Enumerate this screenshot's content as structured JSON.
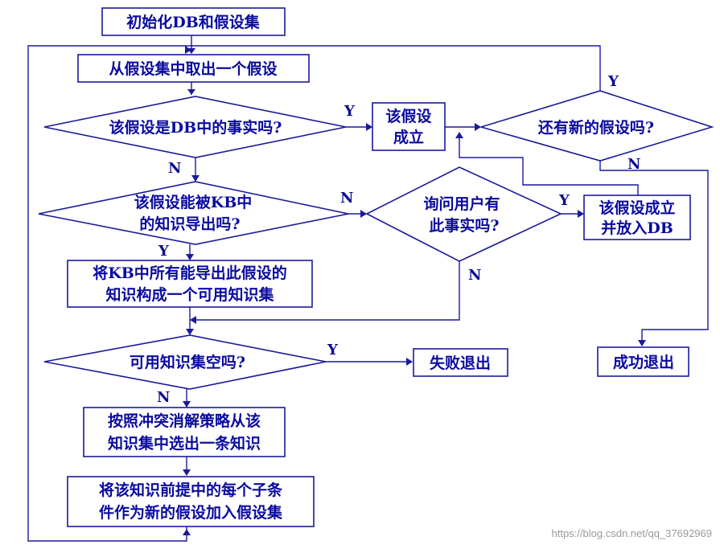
{
  "nodes": {
    "init": "初始化DB和假设集",
    "take": "从假设集中取出一个假设",
    "isfact": "该假设是DB中的事实吗?",
    "holds": [
      "该假设",
      "成立"
    ],
    "morehyp": "还有新的假设吗?",
    "derive": [
      "该假设能被KB中",
      "的知识导出吗?"
    ],
    "askuser": [
      "询问用户有",
      "此事实吗?"
    ],
    "holdadd": [
      "该假设成立",
      "并放入DB"
    ],
    "collect": [
      "将KB中所有能导出此假设的",
      "知识构成一个可用知识集"
    ],
    "empty": "可用知识集空吗?",
    "fail": "失败退出",
    "success": "成功退出",
    "select": [
      "按照冲突消解策略从该",
      "知识集中选出一条知识"
    ],
    "addnew": [
      "将该知识前提中的每个子条",
      "件作为新的假设加入假设集"
    ]
  },
  "edges": {
    "yes": "Y",
    "no": "N"
  },
  "watermark": "https://blog.csdn.net/qq_37692969",
  "colors": {
    "stroke": "#1a1a9a",
    "text": "#0a0aa0"
  }
}
